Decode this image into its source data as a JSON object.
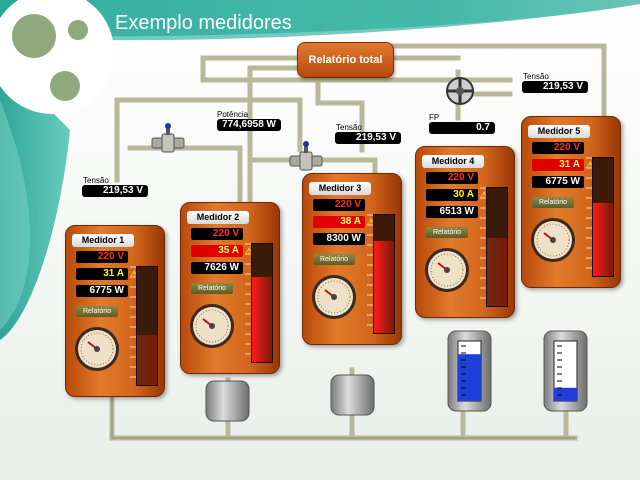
{
  "title": "Exemplo medidores",
  "report_total_label": "Relatório total",
  "labels": {
    "tensao": "Tensão",
    "potencia": "Potência",
    "fp": "FP"
  },
  "readouts": {
    "tensao_left": "219,53 V",
    "potencia": "774,6958 W",
    "tensao_mid": "219,53 V",
    "fp": "0.7",
    "tensao_right": "219,53 V"
  },
  "meters": [
    {
      "name": "Medidor 1",
      "voltage": "220 V",
      "current": "31 A",
      "current_alarm": false,
      "power": "6775 W",
      "report": "Relatório",
      "bar_level": 0.42,
      "bar_color": "#6b2a10"
    },
    {
      "name": "Medidor 2",
      "voltage": "220 V",
      "current": "35 A",
      "current_alarm": true,
      "power": "7626 W",
      "report": "Relatório",
      "bar_level": 0.72,
      "bar_color": "#ff1a1a"
    },
    {
      "name": "Medidor 3",
      "voltage": "220 V",
      "current": "38 A",
      "current_alarm": true,
      "power": "8300 W",
      "report": "Relatório",
      "bar_level": 0.78,
      "bar_color": "#ff1a1a"
    },
    {
      "name": "Medidor 4",
      "voltage": "220 V",
      "current": "30 A",
      "current_alarm": false,
      "power": "6513 W",
      "report": "Relatório",
      "bar_level": 0.58,
      "bar_color": "#6b2a10"
    },
    {
      "name": "Medidor 5",
      "voltage": "220 V",
      "current": "31 A",
      "current_alarm": true,
      "power": "6775 W",
      "report": "Relatório",
      "bar_level": 0.62,
      "bar_color": "#ff1a1a"
    }
  ],
  "tanks": [
    {
      "level": 0,
      "color": "#1f3fd6"
    },
    {
      "level": 0,
      "color": "#1f3fd6"
    },
    {
      "level": 0.78,
      "color": "#1f3fd6"
    },
    {
      "level": 0.22,
      "color": "#1f3fd6"
    }
  ],
  "colors": {
    "accent_teal": "#2aa89a",
    "meter_orange": "#d2661c",
    "pipe": "#c8c8a8"
  }
}
